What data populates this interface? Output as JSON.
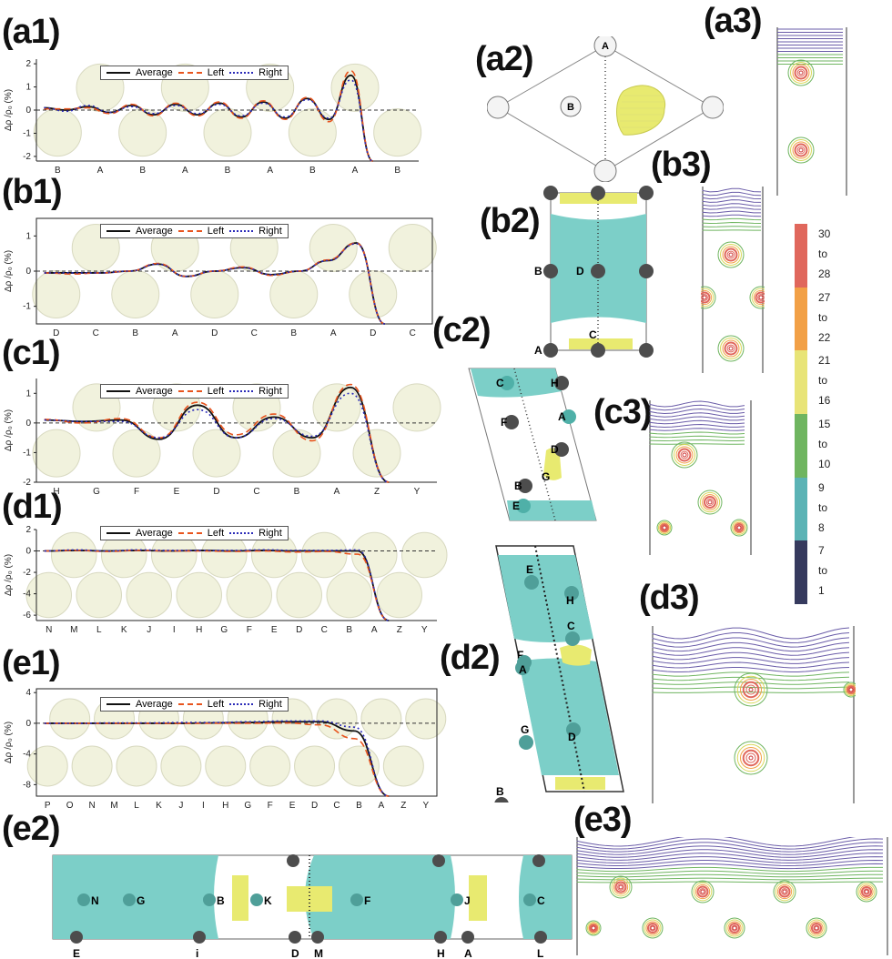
{
  "labels": {
    "a1": "(a1)",
    "a2": "(a2)",
    "a3": "(a3)",
    "b1": "(b1)",
    "b2": "(b2)",
    "b3": "(b3)",
    "c1": "(c1)",
    "c2": "(c2)",
    "c3": "(c3)",
    "d1": "(d1)",
    "d2": "(d2)",
    "d3": "(d3)",
    "e1": "(e1)",
    "e2": "(e2)",
    "e3": "(e3)"
  },
  "ylabel": "Δρ /ρ₀ (%)",
  "legend": {
    "avg": "Average",
    "left": "Left",
    "right": "Right"
  },
  "colors": {
    "avg": "#111111",
    "left": "#e8541e",
    "right": "#2b2bb8",
    "sphere": "#f1f2dd",
    "sphereEdge": "#d8d9c0",
    "teal": "#7ccfc8",
    "yellow": "#e8ea70",
    "atom": "#555555"
  },
  "chart_data": [
    {
      "id": "a1",
      "type": "line",
      "ylim": [
        -2.2,
        2.2
      ],
      "yticks": [
        2,
        1,
        0,
        -1,
        -2
      ],
      "xlabels": [
        "B",
        "A",
        "B",
        "A",
        "B",
        "A",
        "B",
        "A",
        "B"
      ],
      "series": [
        {
          "name": "Average",
          "values": [
            0.1,
            0.0,
            0.15,
            -0.1,
            0.2,
            -0.2,
            0.25,
            -0.2,
            0.3,
            -0.3,
            0.35,
            -0.35,
            0.5,
            -0.4,
            1.5,
            -2.2
          ]
        },
        {
          "name": "Left",
          "values": [
            0.05,
            0.05,
            0.1,
            -0.15,
            0.25,
            -0.25,
            0.3,
            -0.25,
            0.35,
            -0.35,
            0.4,
            -0.4,
            0.55,
            -0.5,
            1.7,
            -2.2
          ]
        },
        {
          "name": "Right",
          "values": [
            0.1,
            -0.05,
            0.2,
            -0.1,
            0.15,
            -0.15,
            0.2,
            -0.15,
            0.25,
            -0.25,
            0.3,
            -0.3,
            0.45,
            -0.35,
            1.3,
            -2.2
          ]
        }
      ]
    },
    {
      "id": "b1",
      "type": "line",
      "ylim": [
        -1.5,
        1.5
      ],
      "yticks": [
        1,
        0,
        -1
      ],
      "xlabels": [
        "D",
        "C",
        "B",
        "A",
        "D",
        "C",
        "B",
        "A",
        "D",
        "C"
      ],
      "series": [
        {
          "name": "Average",
          "values": [
            -0.05,
            -0.05,
            -0.05,
            0.0,
            0.2,
            -0.15,
            0.0,
            0.1,
            -0.1,
            0.0,
            0.3,
            0.8,
            -1.5
          ]
        },
        {
          "name": "Left",
          "values": [
            -0.05,
            -0.08,
            -0.05,
            0.0,
            0.22,
            -0.15,
            0.0,
            0.12,
            -0.12,
            0.0,
            0.32,
            0.8,
            -1.5
          ]
        },
        {
          "name": "Right",
          "values": [
            -0.05,
            -0.05,
            -0.05,
            0.0,
            0.2,
            -0.15,
            0.0,
            0.1,
            -0.1,
            0.0,
            0.3,
            0.78,
            -1.5
          ]
        }
      ]
    },
    {
      "id": "c1",
      "type": "line",
      "ylim": [
        -2,
        1.5
      ],
      "yticks": [
        1,
        0,
        -1,
        -2
      ],
      "xlabels": [
        "H",
        "G",
        "F",
        "E",
        "D",
        "C",
        "B",
        "A",
        "Z",
        "Y"
      ],
      "series": [
        {
          "name": "Average",
          "values": [
            0.1,
            0.05,
            0.1,
            -0.55,
            0.6,
            -0.5,
            0.2,
            -0.5,
            1.2,
            -2.0
          ]
        },
        {
          "name": "Left",
          "values": [
            0.12,
            0.0,
            0.15,
            -0.5,
            0.7,
            -0.4,
            0.3,
            -0.6,
            1.3,
            -2.0
          ]
        },
        {
          "name": "Right",
          "values": [
            0.1,
            0.05,
            0.05,
            -0.5,
            0.45,
            -0.5,
            0.15,
            -0.45,
            1.0,
            -2.0
          ]
        }
      ]
    },
    {
      "id": "d1",
      "type": "line",
      "ylim": [
        -6.5,
        2
      ],
      "yticks": [
        2,
        0,
        -2,
        -4,
        -6
      ],
      "xlabels": [
        "N",
        "M",
        "L",
        "K",
        "J",
        "I",
        "H",
        "G",
        "F",
        "E",
        "D",
        "C",
        "B",
        "A",
        "Z",
        "Y"
      ],
      "series": [
        {
          "name": "Average",
          "values": [
            0.0,
            0.05,
            0.0,
            0.05,
            0.0,
            0.05,
            0.0,
            0.05,
            0.0,
            0.0,
            0.0,
            -6.5
          ]
        },
        {
          "name": "Left",
          "values": [
            0.0,
            0.05,
            -0.05,
            0.05,
            0.0,
            0.0,
            -0.05,
            0.0,
            -0.1,
            -0.05,
            -0.3,
            -6.5
          ]
        },
        {
          "name": "Right",
          "values": [
            0.0,
            0.1,
            0.0,
            0.1,
            0.05,
            0.05,
            0.05,
            0.1,
            0.05,
            0.05,
            0.1,
            -6.5
          ]
        }
      ]
    },
    {
      "id": "e1",
      "type": "line",
      "ylim": [
        -9.5,
        4.5
      ],
      "yticks": [
        4,
        0,
        -4,
        -8
      ],
      "xlabels": [
        "P",
        "O",
        "N",
        "M",
        "L",
        "K",
        "J",
        "I",
        "H",
        "G",
        "F",
        "E",
        "D",
        "C",
        "B",
        "A",
        "Z",
        "Y"
      ],
      "series": [
        {
          "name": "Average",
          "values": [
            0.0,
            0.0,
            0.0,
            0.0,
            0.0,
            0.05,
            0.1,
            0.2,
            0.2,
            -1.0,
            -9.5
          ]
        },
        {
          "name": "Left",
          "values": [
            0.0,
            0.0,
            0.0,
            0.0,
            0.0,
            0.0,
            0.0,
            0.05,
            -0.2,
            -2.0,
            -9.5
          ]
        },
        {
          "name": "Right",
          "values": [
            0.0,
            0.0,
            0.05,
            0.05,
            0.1,
            0.1,
            0.2,
            0.3,
            0.3,
            -0.5,
            -9.5
          ]
        }
      ]
    }
  ],
  "a2_atoms": {
    "top": "A",
    "mid": "B"
  },
  "b2_atoms": {
    "b": "B",
    "d": "D",
    "c": "C",
    "a": "A"
  },
  "c2_atoms": [
    "C",
    "H",
    "F",
    "A",
    "D",
    "B",
    "E",
    "G"
  ],
  "d2_atoms": [
    "E",
    "H",
    "C",
    "F",
    "A",
    "G",
    "D",
    "B"
  ],
  "e2_atoms": {
    "top": [
      "D",
      "H",
      "L"
    ],
    "mid": [
      "N",
      "G",
      "B",
      "K",
      "F",
      "J",
      "C"
    ],
    "bottom": [
      "E",
      "i",
      "D",
      "M",
      "H",
      "A",
      "L"
    ]
  },
  "colorbar": [
    {
      "label": "30\nto\n28",
      "color": "#e0675c"
    },
    {
      "label": "27\nto\n22",
      "color": "#f2a046"
    },
    {
      "label": "21\nto\n16",
      "color": "#e8e477"
    },
    {
      "label": "15\nto\n10",
      "color": "#6fb560"
    },
    {
      "label": "9\nto\n8",
      "color": "#5bb3b5"
    },
    {
      "label": "7\nto\n1",
      "color": "#363a5e"
    }
  ],
  "colorbar_text": [
    "30",
    "to",
    "28",
    "27",
    "to",
    "22",
    "21",
    "to",
    "16",
    "15",
    "to",
    "10",
    "9",
    "to",
    "8",
    "7",
    "to",
    "1"
  ]
}
